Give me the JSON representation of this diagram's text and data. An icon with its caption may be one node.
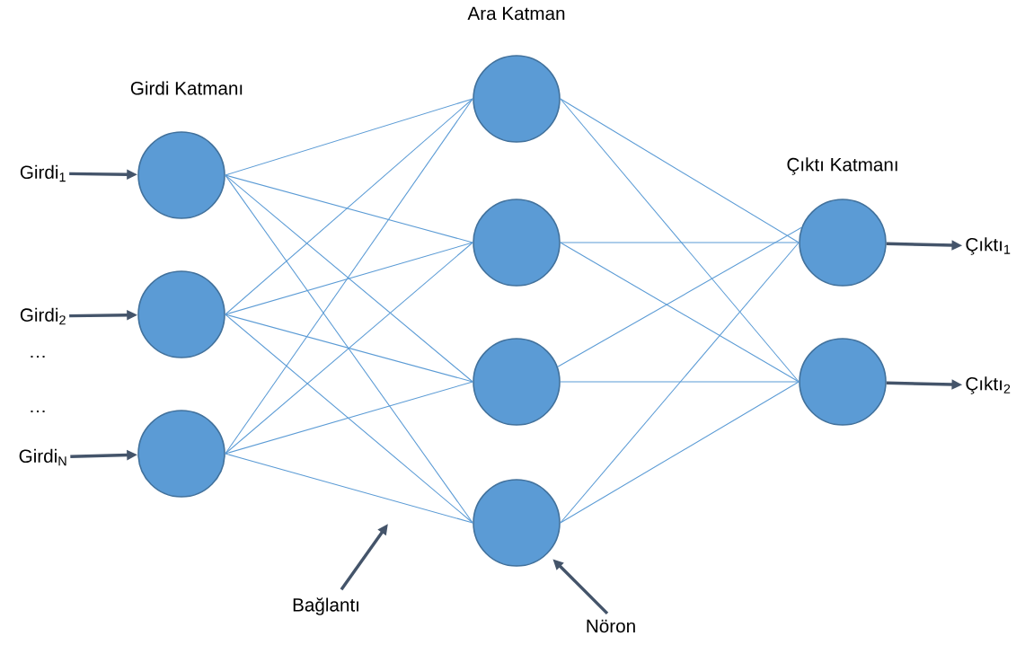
{
  "diagram": {
    "nodes": [
      {
        "text": [
          "Girdi$_{1}$"
        ]
      },
      {
        "text": [
          "Girdi$_{2}$"
        ]
      },
      {
        "text": [
          "Girdi$_{N}$"
        ]
      },
      {
        "text": [],
        "shape": "circle"
      },
      {
        "text": [],
        "shape": "circle"
      },
      {
        "text": [],
        "shape": "circle"
      },
      {
        "text": [],
        "shape": "circle"
      },
      {
        "text": [],
        "shape": "circle"
      },
      {
        "text": [],
        "shape": "circle"
      },
      {
        "text": [],
        "shape": "circle"
      },
      {
        "text": [],
        "shape": "circle"
      },
      {
        "text": [],
        "shape": "circle"
      },
      {
        "text": [
          "Çıktı$_{1}$"
        ]
      },
      {
        "text": [
          "Çıktı$_{2}$"
        ]
      },
      {
        "text": [
          "Bağlantı"
        ]
      },
      {
        "text": [
          "Nöron"
        ]
      }
    ],
    "edges": [
      {
        "from": 0,
        "to": 3,
        "arrow": "to",
        "color": "#44546a",
        "style": "thick"
      },
      {
        "from": 1,
        "to": 4,
        "arrow": "to",
        "color": "#44546a",
        "style": "thick"
      },
      {
        "from": 2,
        "to": 5,
        "arrow": "to",
        "color": "#44546a",
        "style": "thick"
      },
      {
        "from": 3,
        "to": 6,
        "arrow": "none"
      },
      {
        "from": 3,
        "to": 7,
        "arrow": "none"
      },
      {
        "from": 3,
        "to": 8,
        "arrow": "none"
      },
      {
        "from": 3,
        "to": 9,
        "arrow": "none"
      },
      {
        "from": 4,
        "to": 6,
        "arrow": "none"
      },
      {
        "from": 4,
        "to": 7,
        "arrow": "none"
      },
      {
        "from": 4,
        "to": 8,
        "arrow": "none"
      },
      {
        "from": 4,
        "to": 9,
        "arrow": "none"
      },
      {
        "from": 5,
        "to": 6,
        "arrow": "none"
      },
      {
        "from": 5,
        "to": 7,
        "arrow": "none"
      },
      {
        "from": 5,
        "to": 8,
        "arrow": "none"
      },
      {
        "from": 5,
        "to": 9,
        "arrow": "none"
      },
      {
        "from": 6,
        "to": 10,
        "arrow": "none"
      },
      {
        "from": 6,
        "to": 11,
        "arrow": "none"
      },
      {
        "from": 7,
        "to": 10,
        "arrow": "none"
      },
      {
        "from": 7,
        "to": 11,
        "arrow": "none"
      },
      {
        "from": 8,
        "to": 10,
        "arrow": "none"
      },
      {
        "from": 8,
        "to": 11,
        "arrow": "none"
      },
      {
        "from": 9,
        "to": 10,
        "arrow": "none"
      },
      {
        "from": 9,
        "to": 11,
        "arrow": "none"
      },
      {
        "from": 10,
        "to": 12,
        "arrow": "to",
        "color": "#44546a",
        "style": "thick"
      },
      {
        "from": 11,
        "to": 13,
        "arrow": "to",
        "color": "#44546a",
        "style": "thick"
      },
      {
        "from": 14,
        "to": null,
        "arrow": "to",
        "color": "#44546a",
        "style": "thick"
      },
      {
        "from": 15,
        "to": 9,
        "arrow": "to",
        "color": "#44546a",
        "style": "thick"
      }
    ],
    "labels": [
      "Ara Katman",
      "Girdi Katmanı",
      "Çıktı Katmanı",
      "…",
      "…"
    ]
  }
}
